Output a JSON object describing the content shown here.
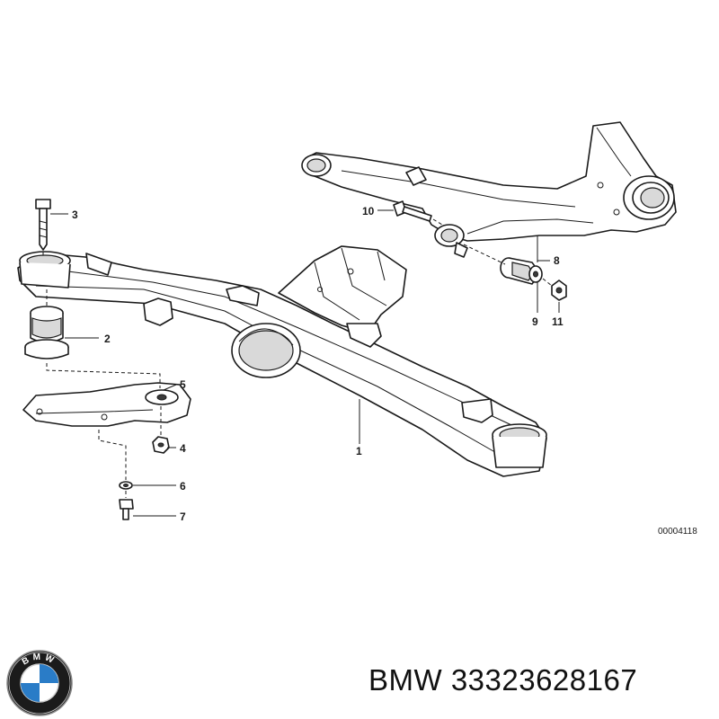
{
  "diagram": {
    "callouts": [
      {
        "number": "1",
        "part": "rear-axle-carrier"
      },
      {
        "number": "2",
        "part": "rubber-mount-bushing"
      },
      {
        "number": "3",
        "part": "bolt"
      },
      {
        "number": "4",
        "part": "nut"
      },
      {
        "number": "5",
        "part": "mounting-bracket"
      },
      {
        "number": "6",
        "part": "washer"
      },
      {
        "number": "7",
        "part": "screw"
      },
      {
        "number": "8",
        "part": "bushing"
      },
      {
        "number": "9",
        "part": "rubber-bushing"
      },
      {
        "number": "10",
        "part": "bolt"
      },
      {
        "number": "11",
        "part": "nut"
      }
    ],
    "reference_code": "00004118"
  },
  "footer": {
    "logo_text": "BMW",
    "caption": "BMW 33323628167"
  },
  "colors": {
    "line": "#1a1a1a",
    "logo_blue": "#2a7cc7",
    "logo_ring": "#1b1b1b"
  }
}
